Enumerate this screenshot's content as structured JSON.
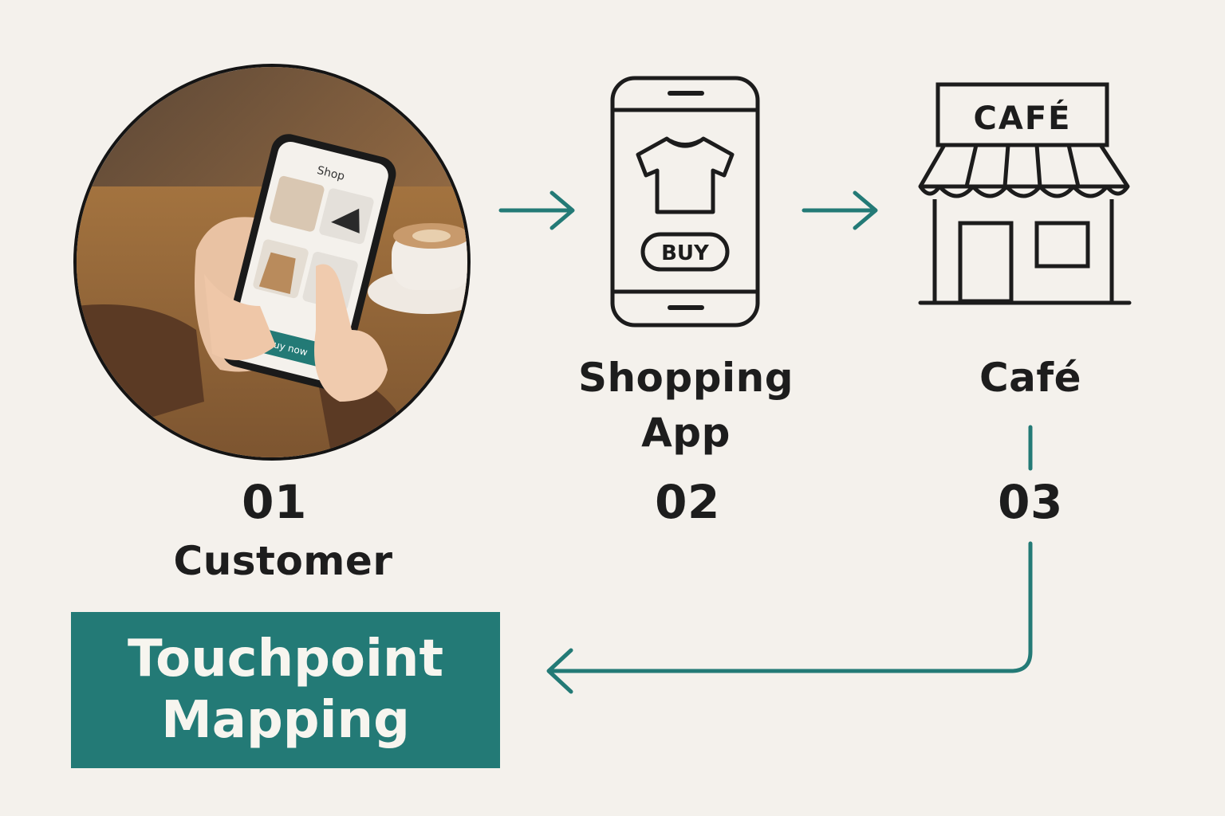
{
  "steps": [
    {
      "number": "01",
      "label": "Customer",
      "icon": "customer-photo"
    },
    {
      "number": "02",
      "label_lines": [
        "Shopping",
        "App"
      ],
      "icon": "phone-shirt-buy-icon"
    },
    {
      "number": "03",
      "label": "Café",
      "icon": "cafe-storefront-icon"
    }
  ],
  "app_icon": {
    "button_label": "BUY"
  },
  "cafe_icon": {
    "sign": "CAFÉ"
  },
  "photo": {
    "screen_title": "Shop",
    "screen_button": "Buy now"
  },
  "touchpoint": {
    "line1": "Touchpoint",
    "line2": "Mapping"
  },
  "colors": {
    "accent": "#237a76",
    "background": "#f4f1ec",
    "ink": "#1c1c1c"
  }
}
